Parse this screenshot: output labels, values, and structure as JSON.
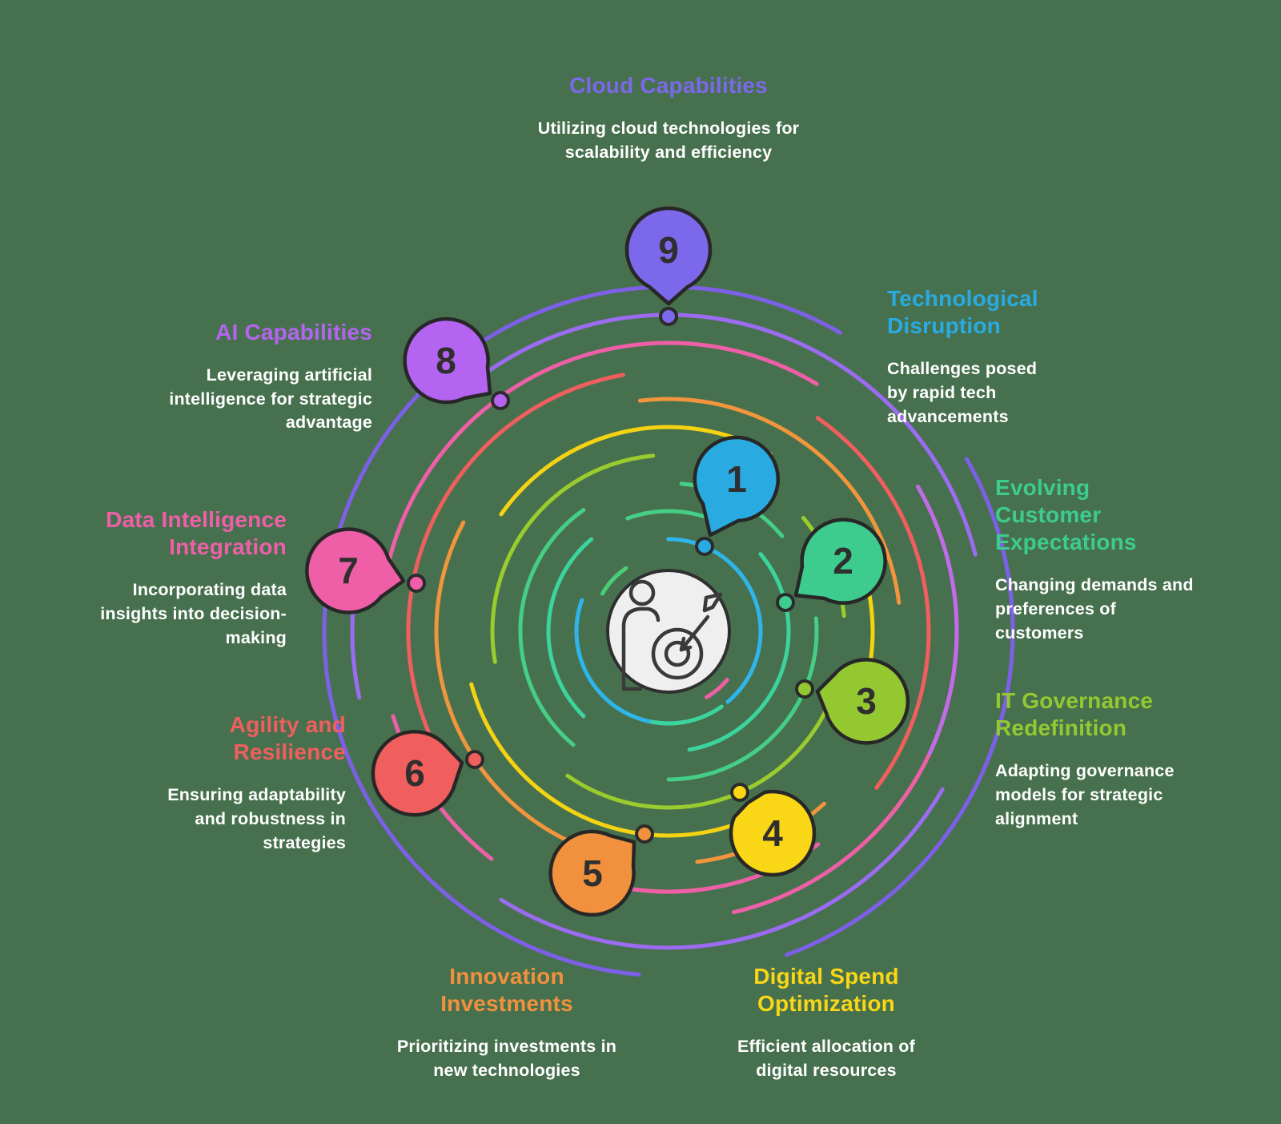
{
  "meta": {
    "background_color": "#47714E",
    "description_text_color": "#FFFFFF",
    "center_icon": "person-target-icon"
  },
  "items": [
    {
      "number": "1",
      "title": "Technological Disruption",
      "description": "Challenges posed by rapid tech advancements",
      "color": "#29ABE2"
    },
    {
      "number": "2",
      "title": "Evolving Customer Expectations",
      "description": "Changing demands and preferences of customers",
      "color": "#3DCB8E"
    },
    {
      "number": "3",
      "title": "IT Governance Redefinition",
      "description": "Adapting governance models for strategic alignment",
      "color": "#94C831"
    },
    {
      "number": "4",
      "title": "Digital Spend Optimization",
      "description": "Efficient allocation of digital resources",
      "color": "#F9D616"
    },
    {
      "number": "5",
      "title": "Innovation Investments",
      "description": "Prioritizing investments in new technologies",
      "color": "#F2913D"
    },
    {
      "number": "6",
      "title": "Agility and Resilience",
      "description": "Ensuring adaptability and robustness in strategies",
      "color": "#F15E5E"
    },
    {
      "number": "7",
      "title": "Data Intelligence Integration",
      "description": "Incorporating data insights into decision-making",
      "color": "#EF5FA8"
    },
    {
      "number": "8",
      "title": "AI Capabilities",
      "description": "Leveraging artificial intelligence for strategic advantage",
      "color": "#B464F0"
    },
    {
      "number": "9",
      "title": "Cloud Capabilities",
      "description": "Utilizing cloud technologies for scalability and efficiency",
      "color": "#7C68EA"
    }
  ]
}
